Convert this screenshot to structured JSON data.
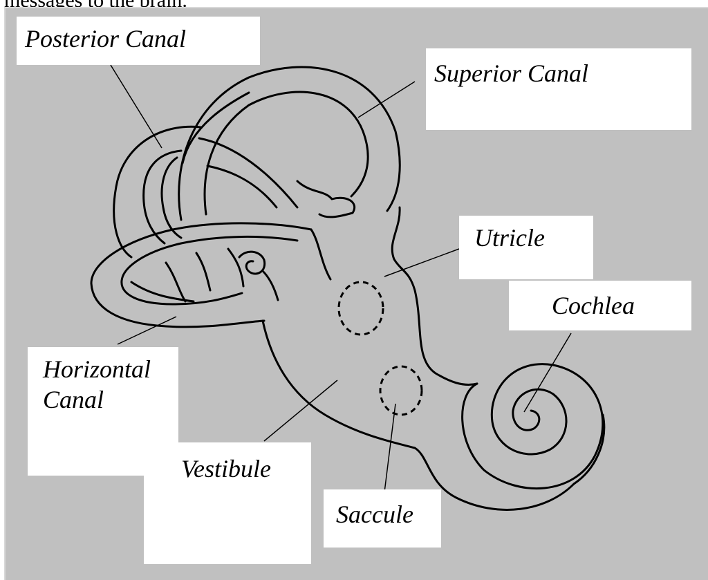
{
  "header": {
    "fragment_text": "messages to the brain."
  },
  "diagram": {
    "labels": {
      "posterior_canal": "Posterior Canal",
      "superior_canal": "Superior Canal",
      "utricle": "Utricle",
      "cochlea": "Cochlea",
      "horizontal_canal": "Horizontal\nCanal",
      "vestibule": "Vestibule",
      "saccule": "Saccule"
    },
    "colors": {
      "background": "#c0c0c0",
      "label_box": "#ffffff",
      "line": "#000000"
    }
  }
}
